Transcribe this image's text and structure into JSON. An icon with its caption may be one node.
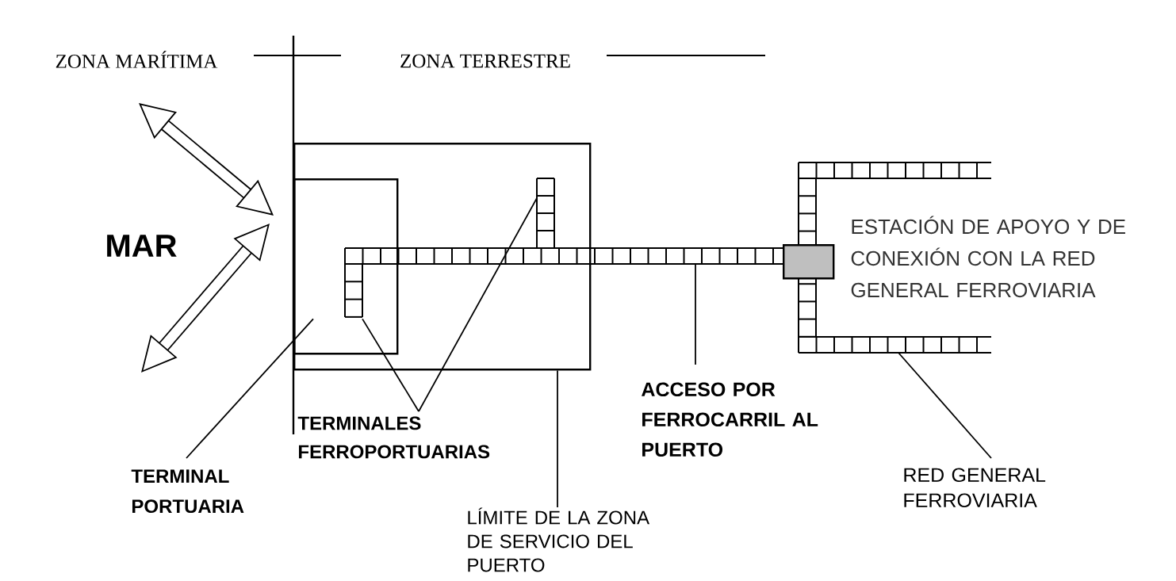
{
  "diagram": {
    "nodes": [
      {
        "text": [],
        "shape": "box"
      },
      {
        "text": [],
        "shape": "box",
        "in": 0
      },
      {
        "text": [],
        "shape": "box",
        "beside": [
          "ESTACIÓN DE APOYO Y DE CONEXIÓN CON LA RED GENERAL FERROVIARIA"
        ]
      },
      {
        "text": [
          "TERMINAL PORTUARIA"
        ]
      },
      {
        "text": [
          "TERMINALES FERROPORTUARIAS"
        ]
      },
      {
        "text": [
          "LÍMITE DE LA ZONA DE SERVICIO DEL PUERTO"
        ]
      },
      {
        "text": [
          "ACCESO POR FERROCARRIL AL PUERTO"
        ]
      },
      {
        "text": [
          "RED GENERAL FERROVIARIA"
        ]
      }
    ],
    "edges": [
      {
        "from": null,
        "to": 1,
        "arrow": "both",
        "style": "thick"
      },
      {
        "from": null,
        "to": 1,
        "arrow": "both",
        "style": "thick"
      },
      {
        "from": 3,
        "to": 1,
        "arrow": "none"
      },
      {
        "from": 4,
        "to": 1,
        "arrow": "none"
      },
      {
        "from": 4,
        "to": 0,
        "arrow": "none"
      },
      {
        "from": 5,
        "to": 0,
        "arrow": "none"
      },
      {
        "from": 6,
        "to": null,
        "arrow": "none"
      },
      {
        "from": 7,
        "to": null,
        "arrow": "none"
      }
    ],
    "labels": [
      "ZONA MARÍTIMA",
      "ZONA TERRESTRE",
      "MAR"
    ]
  }
}
